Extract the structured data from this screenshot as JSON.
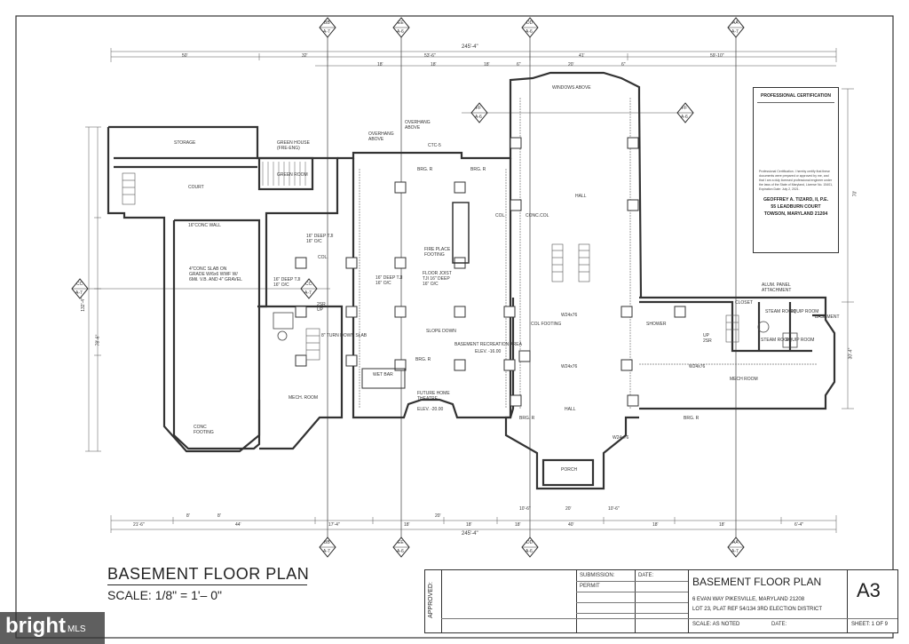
{
  "title": "BASEMENT FLOOR PLAN",
  "scale_label": "SCALE: 1/8\" = 1'– 0\"",
  "grid_markers": {
    "top": [
      {
        "top": "BB",
        "bottom": "A-7"
      },
      {
        "top": "EE",
        "bottom": "A-6"
      },
      {
        "top": "DD",
        "bottom": "A-6"
      },
      {
        "top": "AA",
        "bottom": "A-7"
      }
    ],
    "side": [
      {
        "top": "CC",
        "bottom": "A-7"
      },
      {
        "top": "CC",
        "bottom": "A-7"
      }
    ],
    "mid": [
      {
        "top": "FF",
        "bottom": "A-6"
      },
      {
        "top": "FF",
        "bottom": "A-6"
      }
    ]
  },
  "dimensions": {
    "overall_top": "245'-4\"",
    "overall_bottom": "245'-4\"",
    "top_row": [
      "50'",
      "32'",
      "53'-6\"",
      "41'",
      "59'-10\""
    ],
    "top_row2": [
      "18'",
      "18'",
      "18'",
      "6\"",
      "20'",
      "6\""
    ],
    "bottom_row": [
      "21'-6\"",
      "44'",
      "17'-4\"",
      "18'",
      "18'",
      "18'",
      "40'",
      "18'",
      "18'",
      "6'-4\""
    ],
    "bottom_row2": [
      "8'",
      "8'",
      "20'",
      "10'-6\"",
      "20'",
      "10'-6\""
    ],
    "left_overall": "132'-4\"",
    "left_mid": "78'-6\"",
    "right_overall": "70'",
    "right_mid": "30'-4\""
  },
  "rooms": [
    {
      "label": "STORAGE"
    },
    {
      "label": "GREEN HOUSE (FRE-ENG)"
    },
    {
      "label": "GREEN ROOM"
    },
    {
      "label": "COURT"
    },
    {
      "label": "16\"CONC WALL"
    },
    {
      "label": "HALL"
    },
    {
      "label": "BASEMENT RECREATION AREA"
    },
    {
      "label": "ELEV. -16.00"
    },
    {
      "label": "WET BAR"
    },
    {
      "label": "MECH. ROOM"
    },
    {
      "label": "FUTURE HOME THEATRE"
    },
    {
      "label": "ELEV. -20.00"
    },
    {
      "label": "HALL"
    },
    {
      "label": "PORCH"
    },
    {
      "label": "SHOWER"
    },
    {
      "label": "CLOSET"
    },
    {
      "label": "STEAM ROOM"
    },
    {
      "label": "STEAM ROOM"
    },
    {
      "label": "EQUIP ROOM"
    },
    {
      "label": "EQUIP ROOM"
    },
    {
      "label": "MECH ROOM"
    },
    {
      "label": "BASEMENT"
    },
    {
      "label": "ALUM. PANEL ATTACHMENT"
    },
    {
      "label": "OVERHANG ABOVE"
    },
    {
      "label": "OVERHANG ABOVE"
    },
    {
      "label": "WINDOWS ABOVE"
    }
  ],
  "notes": [
    "BRG. R",
    "BRG. R",
    "BRG. R",
    "BRG. R",
    "BRG. R",
    "W24x76",
    "W24x76",
    "W24x76",
    "W24x76",
    "16\" DEEP TJI 16\" O/C",
    "16\" DEEP TJI 16\" O/C",
    "16\" DEEP TJI 16\" O/C",
    "FLOOR JOIST TJI 16\" DEEP 16\" O/C",
    "COL.",
    "COL.",
    "CONC.COL",
    "FIRE PLACE FOOTING",
    "COL FOOTING",
    "CONC FOOTING",
    "2SR UP",
    "UP 2SR",
    "8\" TURN DOWN SLAB",
    "4\"CONC SLAB ON GRADE W/6x6 WWF W/ 6Mil. V.B. AND 4\" GRAVEL",
    "SLOPE DOWN",
    "CTC-5"
  ],
  "cert": {
    "heading": "PROFESSIONAL CERTIFICATION",
    "body": "Professional Certification. I hereby certify that these documents were prepared or approved by me, and that I am a duly licensed professional engineer under the laws of the State of Maryland, License No. 15401, Expiration Date: July 2, 2021.",
    "name": "GEOFFREY A. TIZARD, II, P.E.",
    "address1": "55 LEADBURN COURT",
    "address2": "TOWSON, MARYLAND 21204"
  },
  "title_block": {
    "approved": "APPROVED:",
    "submission_label": "SUBMISSION:",
    "date_label": "DATE:",
    "permit": "PERMIT",
    "title": "BASEMENT FLOOR PLAN",
    "address_line1": "6 EVAN WAY PIKESVILLE, MARYLAND 21208",
    "address_line2": "LOT 23, PLAT REF 54/134 3RD ELECTION DISTRICT",
    "sheet_id": "A3",
    "scale": "SCALE: AS NOTED",
    "date_footer": "DATE:",
    "sheet": "SHEET: 1 OF 9"
  },
  "watermark": {
    "brand": "bright",
    "tag": "MLS"
  }
}
